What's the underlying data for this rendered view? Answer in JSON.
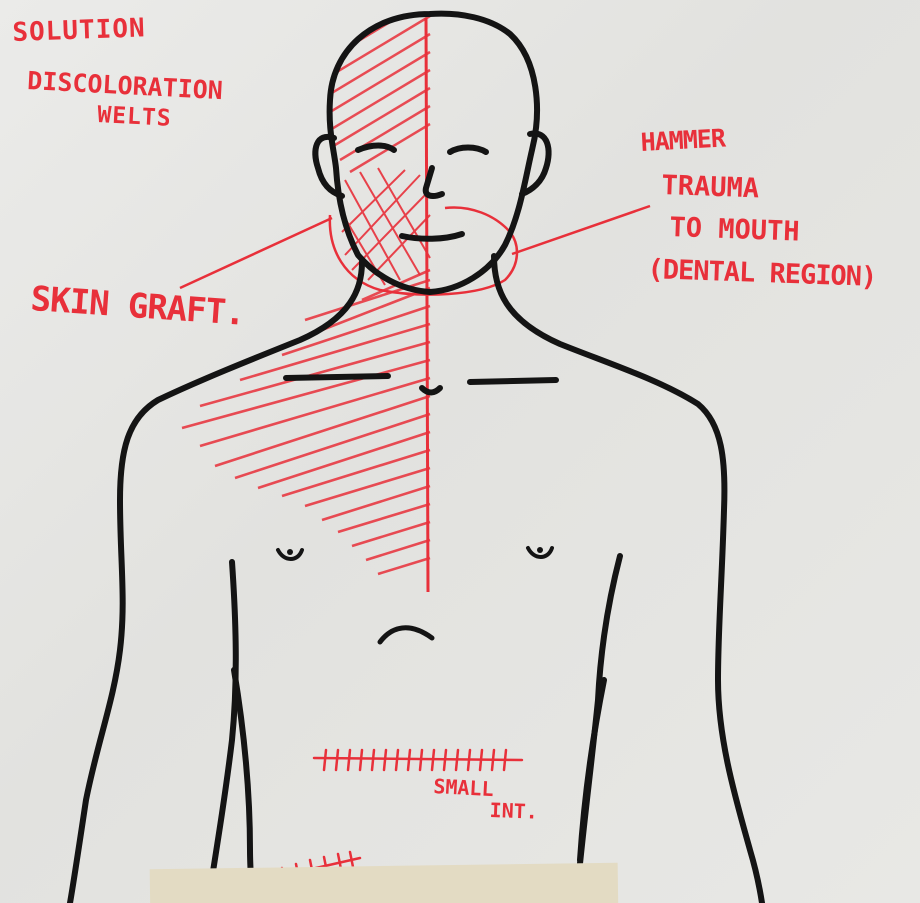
{
  "annotations": {
    "solution": "SOLUTION",
    "discoloration": "DISCOLORATION",
    "welts": "WELTS",
    "hammer": "HAMMER",
    "trauma": "TRAUMA",
    "to_mouth": "TO MOUTH",
    "dental_region": "(DENTAL REGION)",
    "skin_graft": "SKIN GRAFT.",
    "small": "SMALL",
    "int": "INT."
  },
  "colors": {
    "ink_black": "#141414",
    "ink_red": "#e8303a",
    "paper": "#e6e6e3",
    "tape": "#e3dbc3"
  }
}
